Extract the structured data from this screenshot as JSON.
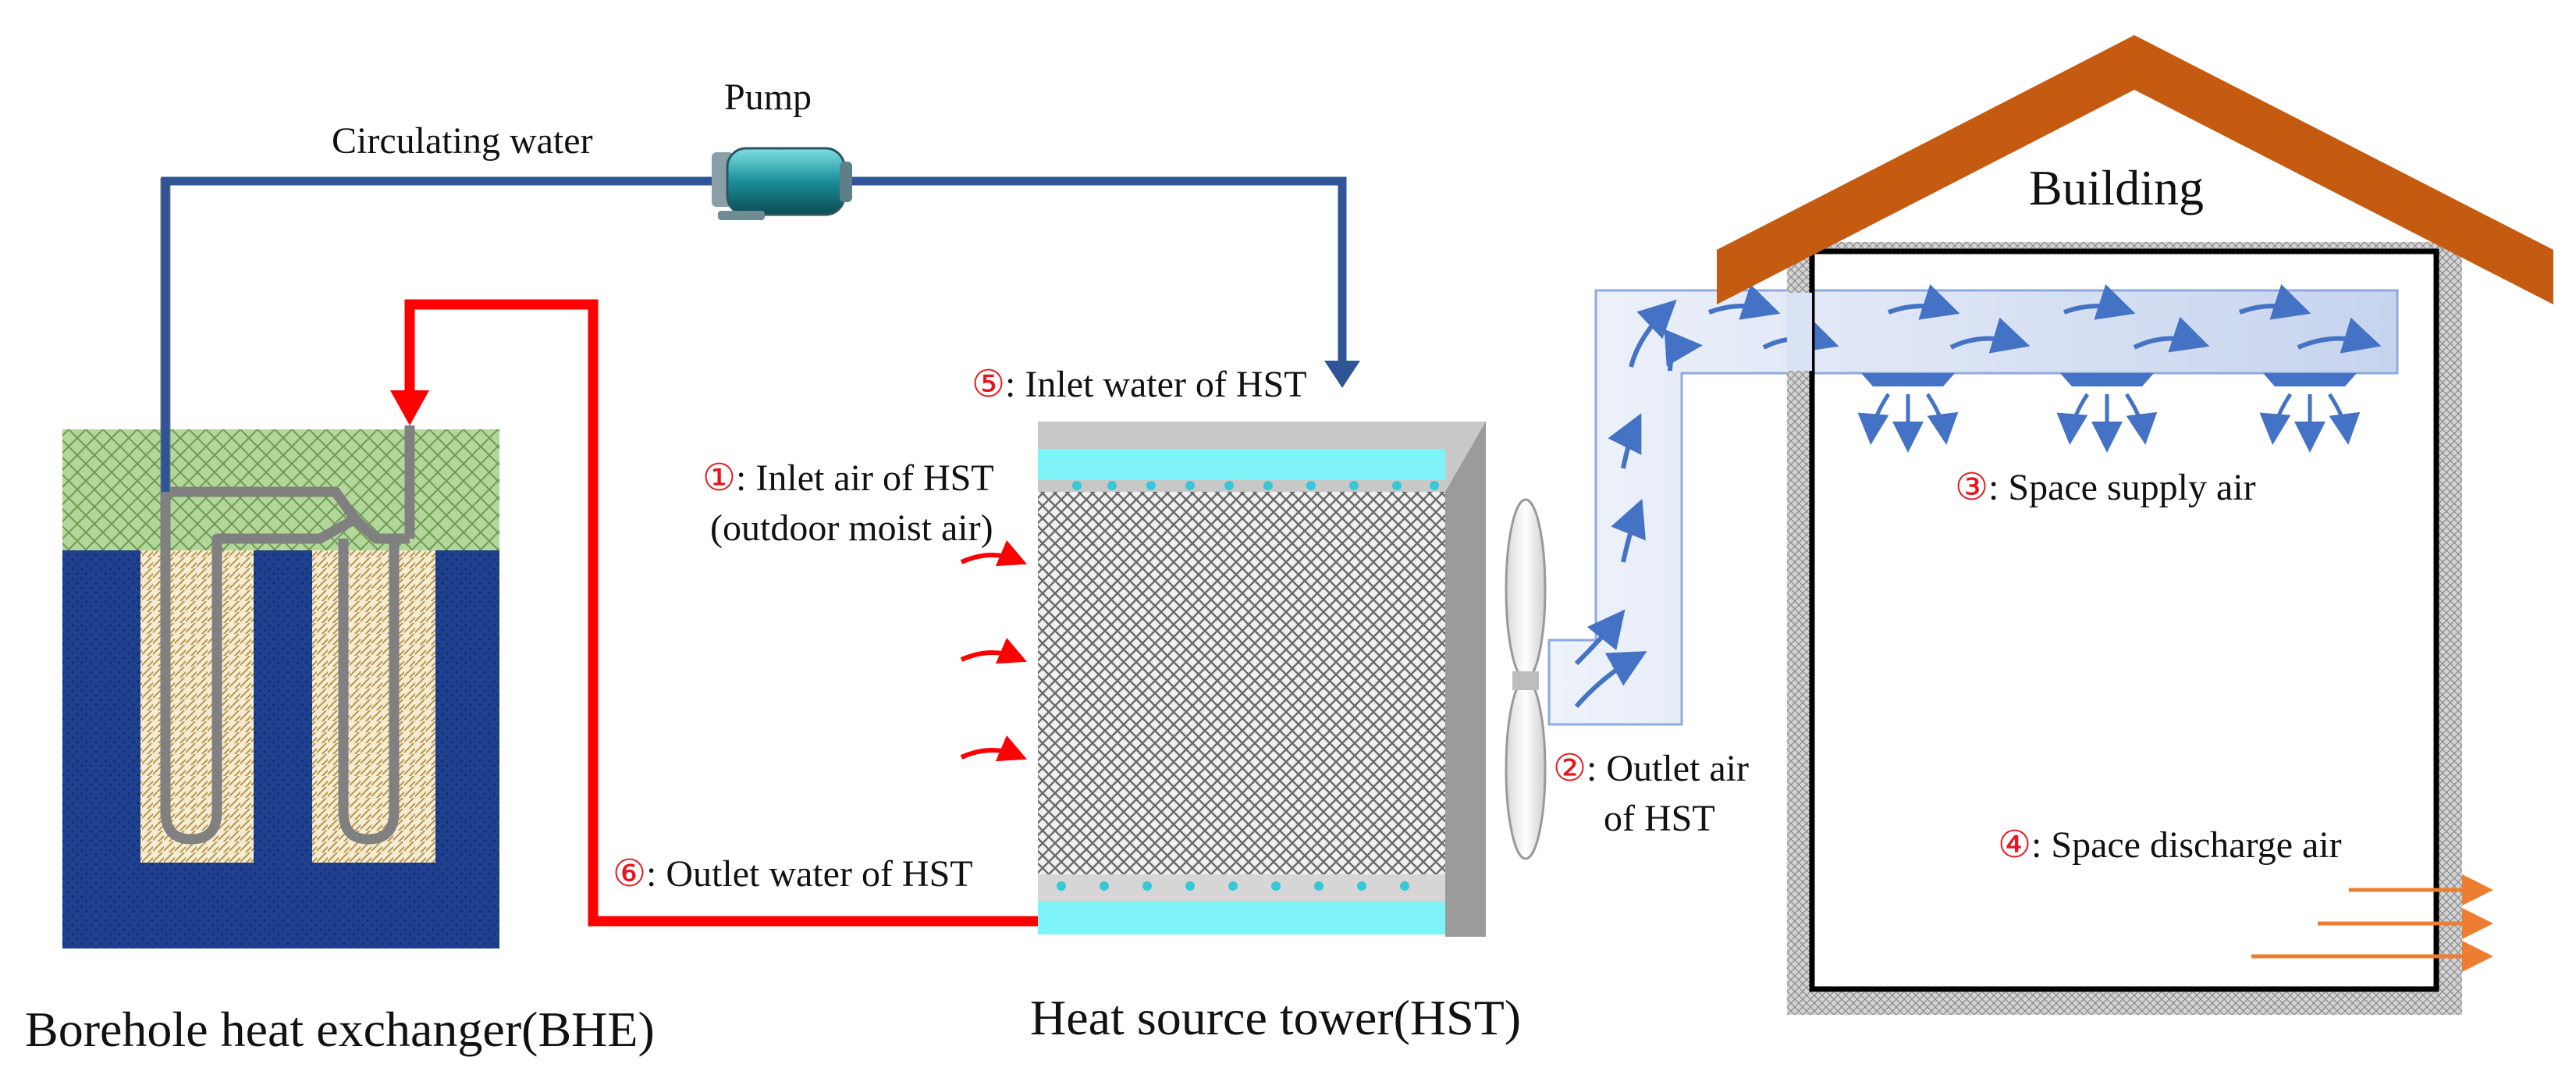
{
  "labels": {
    "circulating_water": "Circulating water",
    "pump": "Pump",
    "building": "Building",
    "bhe": "Borehole heat exchanger(BHE)",
    "hst": "Heat source tower(HST)"
  },
  "annotations": {
    "inlet_water": {
      "num": "⑤",
      "text": ": Inlet water of HST"
    },
    "inlet_air": {
      "num": "①",
      "text": ": Inlet air of HST",
      "text2": "(outdoor moist air)"
    },
    "outlet_water": {
      "num": "⑥",
      "text": ": Outlet water of HST"
    },
    "outlet_air": {
      "num": "②",
      "text": ": Outlet air",
      "text2": "of HST"
    },
    "supply_air": {
      "num": "③",
      "text": ": Space supply air"
    },
    "discharge_air": {
      "num": "④",
      "text": ": Space discharge air"
    }
  },
  "colors": {
    "circulating_pipe": "#2f5597",
    "hot_pipe": "#ff0000",
    "ground": "#1f3f8f",
    "soil_top": "#a9d18e",
    "roof": "#c55a11",
    "duct": "#dae3f3",
    "airflow_arrow": "#4472c4",
    "discharge_arrow": "#ed7d31",
    "water": "#7ff4f8",
    "number_red": "#e8141b"
  }
}
